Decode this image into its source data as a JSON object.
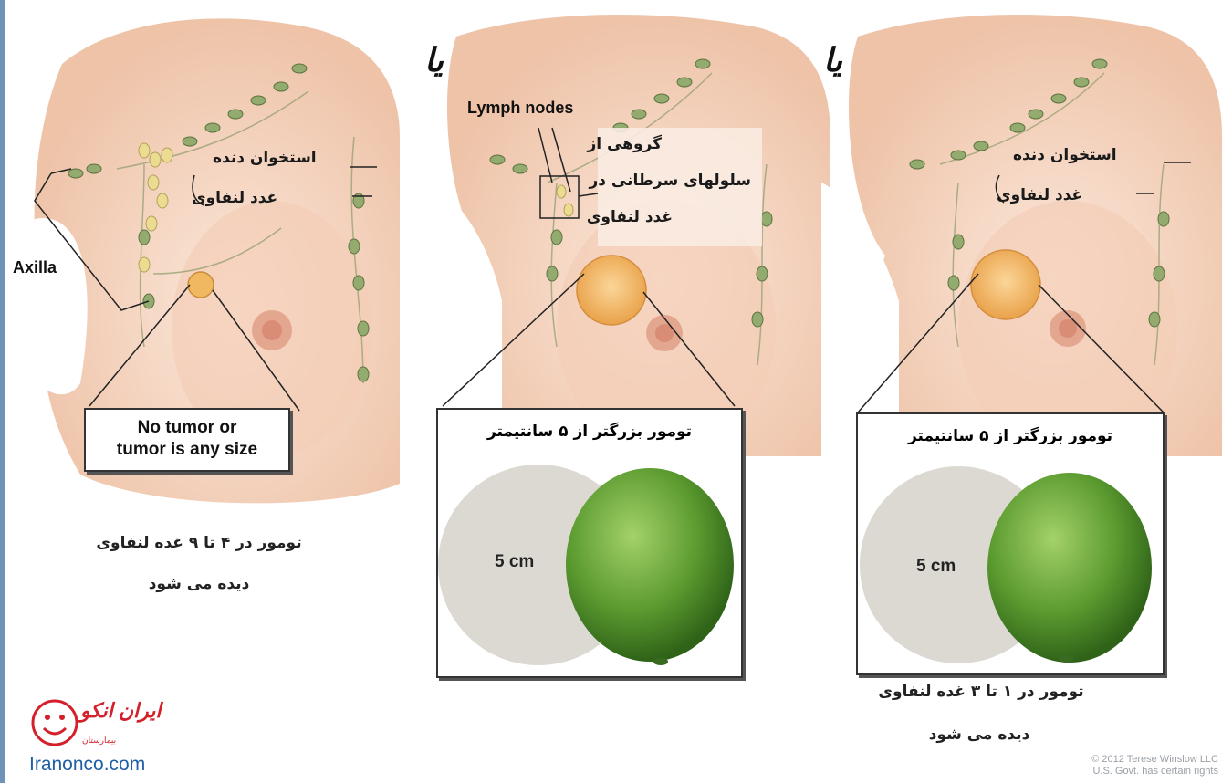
{
  "panel1": {
    "labels": {
      "rib": "استخوان دنده",
      "lymph": "غدد لنفاوی",
      "axilla": "Axilla"
    },
    "tumor_box": [
      "No tumor or",
      "tumor is any size"
    ],
    "caption": [
      "تومور در ۴ تا ۹ غده لنفاوی",
      "دیده می شود"
    ]
  },
  "panel2": {
    "header_partial": "یا",
    "lymph_nodes_label": "Lymph nodes",
    "cluster_note": [
      "گروهی از",
      "سلولهای سرطانی در",
      "غدد لنفاوی"
    ],
    "tumor_box_title": "تومور بزرگتر از ۵ سانتیمتر",
    "size_label": "5 cm"
  },
  "panel3": {
    "header_partial": "یا",
    "labels": {
      "rib": "استخوان دنده",
      "lymph": "غدد لنفاوی"
    },
    "tumor_box_title": "تومور بزرگتر از ۵ سانتیمتر",
    "size_label": "5 cm",
    "caption": [
      "تومور در ۱ تا ۳ غده لنفاوی",
      "دیده می شود"
    ]
  },
  "logo": {
    "brand": "ایران انکو",
    "tagline": "بیمارستان",
    "domain": "Iranonco.com"
  },
  "copyright": [
    "© 2012 Terese Winslow LLC",
    "U.S. Govt. has certain rights"
  ],
  "colors": {
    "skin": "#f5d9c6",
    "skin_dark": "#e9b99c",
    "node_green": "#8fa86a",
    "node_yellow": "#e8d889",
    "tumor": "#f0b860",
    "lime": "#6aa63a",
    "circle_grey": "#dcd9d2",
    "logo_red": "#d4202a",
    "logo_blue": "#1f5fa8"
  }
}
